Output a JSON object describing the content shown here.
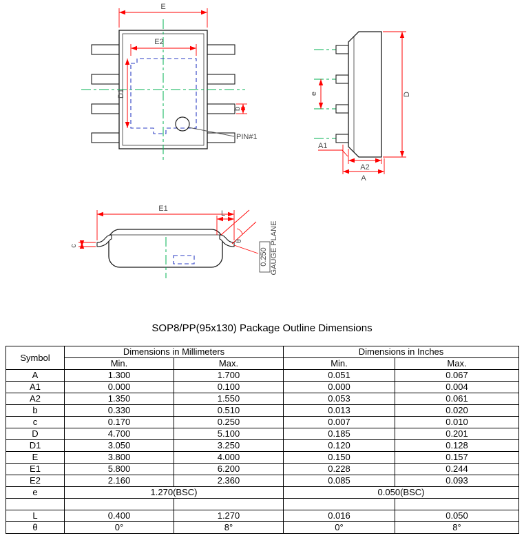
{
  "title": "SOP8/PP(95x130) Package Outline Dimensions",
  "drawing": {
    "top_view": {
      "E": "E",
      "E2": "E2",
      "D1": "D1",
      "b": "b",
      "pin1": "PIN#1"
    },
    "side_view": {
      "e": "e",
      "D": "D",
      "A1": "A1",
      "A2": "A2",
      "A": "A"
    },
    "front_view": {
      "E1": "E1",
      "L": "L",
      "c": "c",
      "theta": "θ",
      "gauge_value": "0.250",
      "gauge_plane": "GAUGE PLANE"
    }
  },
  "table": {
    "header": {
      "symbol": "Symbol",
      "mm": "Dimensions in Millimeters",
      "inch": "Dimensions in Inches",
      "min": "Min.",
      "max": "Max."
    },
    "rows": [
      {
        "cells": [
          {
            "t": "A"
          },
          {
            "t": "1.300"
          },
          {
            "t": "1.700"
          },
          {
            "t": "0.051"
          },
          {
            "t": "0.067"
          }
        ]
      },
      {
        "cells": [
          {
            "t": "A1"
          },
          {
            "t": "0.000"
          },
          {
            "t": "0.100"
          },
          {
            "t": "0.000"
          },
          {
            "t": "0.004"
          }
        ]
      },
      {
        "cells": [
          {
            "t": "A2"
          },
          {
            "t": "1.350"
          },
          {
            "t": "1.550"
          },
          {
            "t": "0.053"
          },
          {
            "t": "0.061"
          }
        ]
      },
      {
        "cells": [
          {
            "t": "b"
          },
          {
            "t": "0.330"
          },
          {
            "t": "0.510"
          },
          {
            "t": "0.013"
          },
          {
            "t": "0.020"
          }
        ]
      },
      {
        "cells": [
          {
            "t": "c"
          },
          {
            "t": "0.170"
          },
          {
            "t": "0.250"
          },
          {
            "t": "0.007"
          },
          {
            "t": "0.010"
          }
        ]
      },
      {
        "cells": [
          {
            "t": "D"
          },
          {
            "t": "4.700"
          },
          {
            "t": "5.100"
          },
          {
            "t": "0.185"
          },
          {
            "t": "0.201"
          }
        ]
      },
      {
        "cells": [
          {
            "t": "D1"
          },
          {
            "t": "3.050"
          },
          {
            "t": "3.250"
          },
          {
            "t": "0.120"
          },
          {
            "t": "0.128"
          }
        ]
      },
      {
        "cells": [
          {
            "t": "E"
          },
          {
            "t": "3.800"
          },
          {
            "t": "4.000"
          },
          {
            "t": "0.150"
          },
          {
            "t": "0.157"
          }
        ]
      },
      {
        "cells": [
          {
            "t": "E1"
          },
          {
            "t": "5.800"
          },
          {
            "t": "6.200"
          },
          {
            "t": "0.228"
          },
          {
            "t": "0.244"
          }
        ]
      },
      {
        "cells": [
          {
            "t": "E2"
          },
          {
            "t": "2.160"
          },
          {
            "t": "2.360"
          },
          {
            "t": "0.085"
          },
          {
            "t": "0.093"
          }
        ]
      },
      {
        "cells": [
          {
            "t": "e"
          },
          {
            "t": "1.270(BSC)",
            "span": 2
          },
          {
            "t": "0.050(BSC)",
            "span": 2
          }
        ]
      },
      {
        "cells": [
          {
            "t": ""
          },
          {
            "t": ""
          },
          {
            "t": ""
          },
          {
            "t": ""
          },
          {
            "t": ""
          }
        ]
      },
      {
        "cells": [
          {
            "t": "L"
          },
          {
            "t": "0.400"
          },
          {
            "t": "1.270"
          },
          {
            "t": "0.016"
          },
          {
            "t": "0.050"
          }
        ]
      },
      {
        "cells": [
          {
            "t": "θ"
          },
          {
            "t": "0°"
          },
          {
            "t": "8°"
          },
          {
            "t": "0°"
          },
          {
            "t": "8°"
          }
        ]
      }
    ]
  }
}
